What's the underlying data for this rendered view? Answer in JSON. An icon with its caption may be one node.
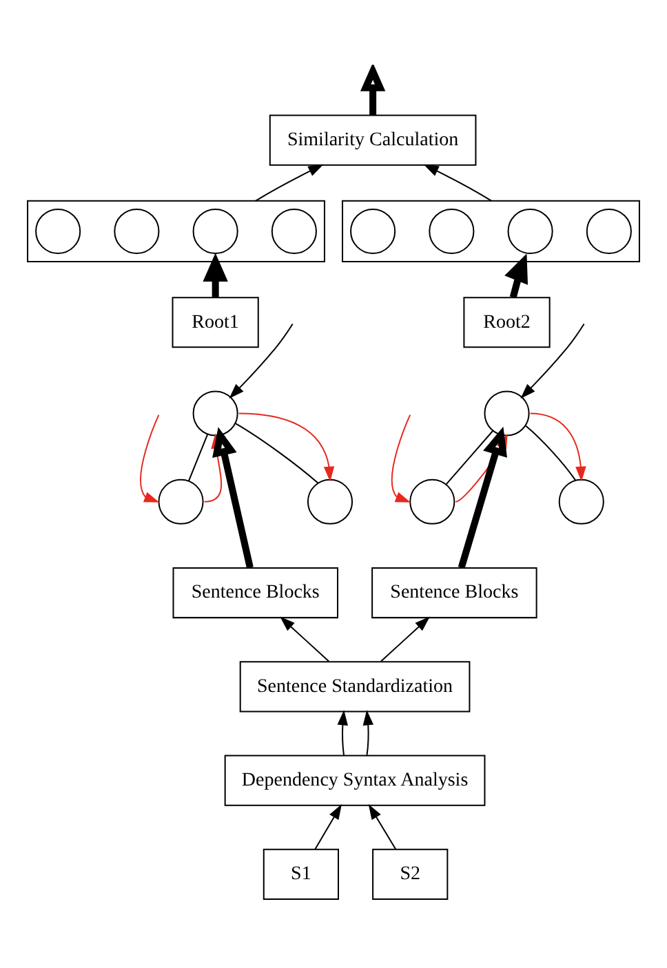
{
  "diagram": {
    "nodes": [
      {
        "text": [
          "Similarity Calculation"
        ]
      },
      {
        "text": [],
        "shape": "box"
      },
      {
        "text": [],
        "shape": "circle",
        "in": 1
      },
      {
        "text": [],
        "shape": "circle",
        "in": 1
      },
      {
        "text": [],
        "shape": "circle",
        "in": 1
      },
      {
        "text": [],
        "shape": "circle",
        "in": 1
      },
      {
        "text": [],
        "shape": "box"
      },
      {
        "text": [],
        "shape": "circle",
        "in": 6
      },
      {
        "text": [],
        "shape": "circle",
        "in": 6
      },
      {
        "text": [],
        "shape": "circle",
        "in": 6
      },
      {
        "text": [],
        "shape": "circle",
        "in": 6
      },
      {
        "text": [
          "Root1"
        ]
      },
      {
        "text": [
          "Root2"
        ]
      },
      {
        "text": [],
        "shape": "circle"
      },
      {
        "text": [],
        "shape": "circle"
      },
      {
        "text": [],
        "shape": "circle"
      },
      {
        "text": [],
        "shape": "circle"
      },
      {
        "text": [],
        "shape": "circle"
      },
      {
        "text": [],
        "shape": "circle"
      },
      {
        "text": [
          "Sentence Blocks"
        ]
      },
      {
        "text": [
          "Sentence Blocks"
        ]
      },
      {
        "text": [
          "Sentence Standardization"
        ]
      },
      {
        "text": [
          "Dependency Syntax Analysis"
        ]
      },
      {
        "text": [
          "S1"
        ]
      },
      {
        "text": [
          "S2"
        ]
      }
    ],
    "edges": [
      {
        "from": 0,
        "to": null,
        "arrow": "to",
        "style": "thick"
      },
      {
        "from": 1,
        "to": 0,
        "arrow": "to"
      },
      {
        "from": 6,
        "to": 0,
        "arrow": "to"
      },
      {
        "from": 11,
        "to": 1,
        "arrow": "to",
        "style": "thick"
      },
      {
        "from": 12,
        "to": 6,
        "arrow": "to",
        "style": "thick"
      },
      {
        "from": null,
        "to": 13,
        "arrow": "to"
      },
      {
        "from": 13,
        "to": 14,
        "arrow": "none"
      },
      {
        "from": 13,
        "to": 15,
        "arrow": "none"
      },
      {
        "from": null,
        "to": 14,
        "arrow": "to",
        "color": "#e8281e"
      },
      {
        "from": 14,
        "to": 13,
        "arrow": "to",
        "color": "#e8281e"
      },
      {
        "from": 13,
        "to": 15,
        "arrow": "to",
        "color": "#e8281e"
      },
      {
        "from": null,
        "to": 16,
        "arrow": "to"
      },
      {
        "from": 16,
        "to": 17,
        "arrow": "none"
      },
      {
        "from": 16,
        "to": 18,
        "arrow": "none"
      },
      {
        "from": null,
        "to": 17,
        "arrow": "to",
        "color": "#e8281e"
      },
      {
        "from": 17,
        "to": 16,
        "arrow": "to",
        "color": "#e8281e"
      },
      {
        "from": 16,
        "to": 18,
        "arrow": "to",
        "color": "#e8281e"
      },
      {
        "from": 19,
        "to": 13,
        "arrow": "to",
        "style": "thick"
      },
      {
        "from": 20,
        "to": 16,
        "arrow": "to",
        "style": "thick"
      },
      {
        "from": 21,
        "to": 19,
        "arrow": "to"
      },
      {
        "from": 21,
        "to": 20,
        "arrow": "to"
      },
      {
        "from": 22,
        "to": 21,
        "arrow": "to"
      },
      {
        "from": 22,
        "to": 21,
        "arrow": "to"
      },
      {
        "from": 23,
        "to": 22,
        "arrow": "to"
      },
      {
        "from": 24,
        "to": 22,
        "arrow": "to"
      }
    ]
  }
}
